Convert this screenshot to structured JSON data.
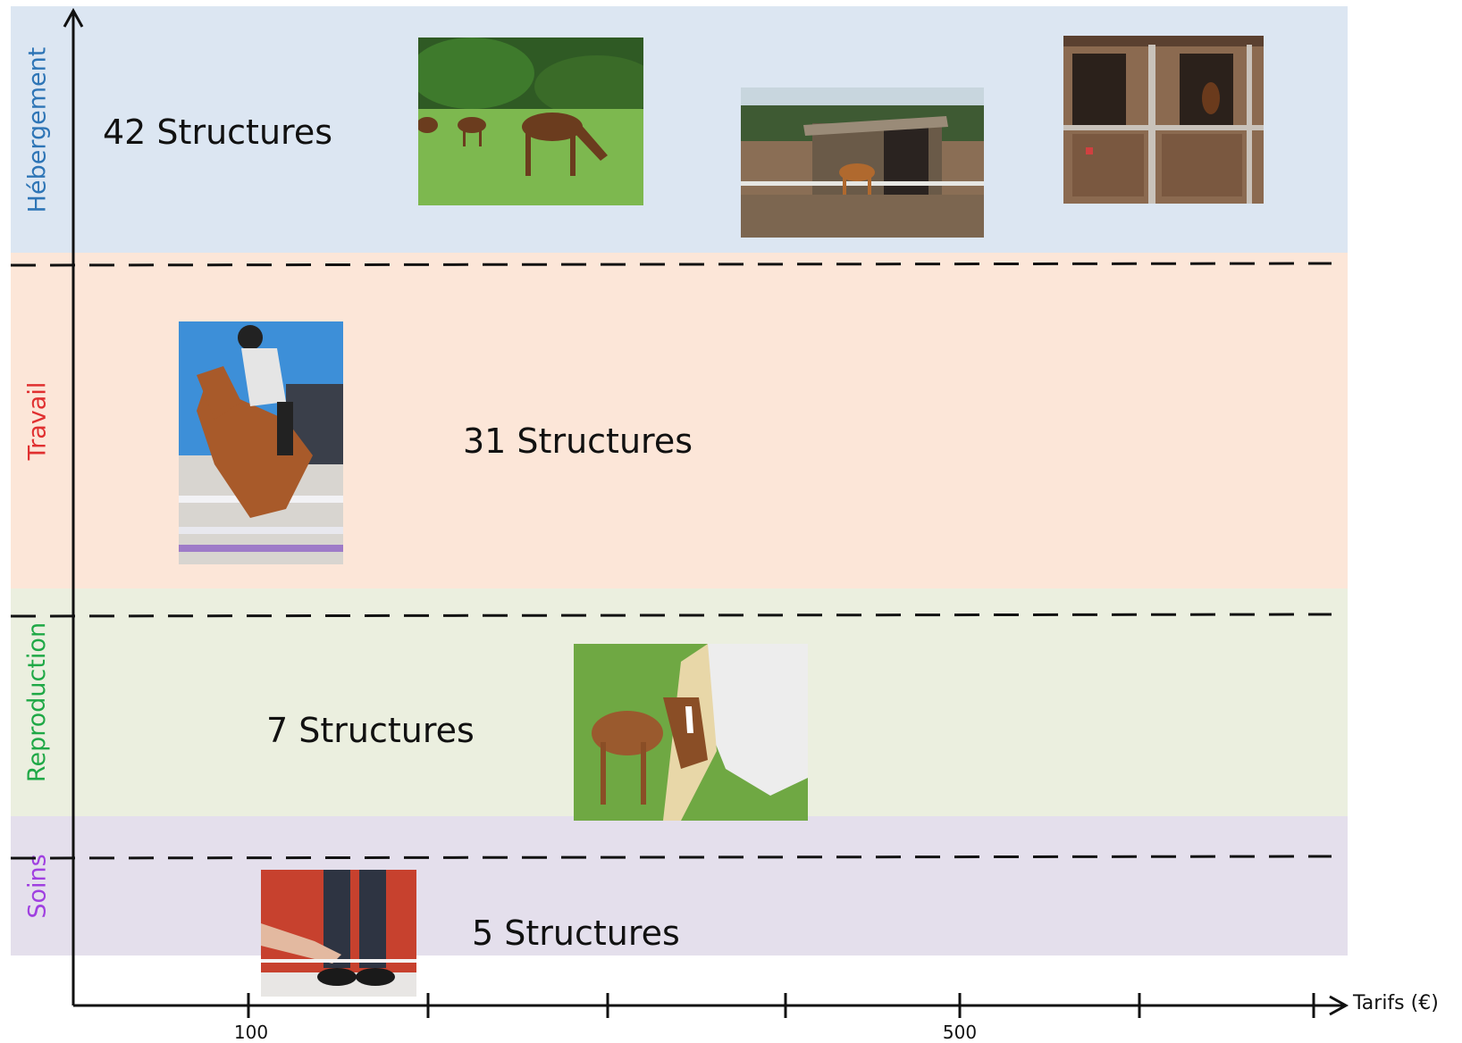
{
  "axis": {
    "x_title": "Tarifs (€)",
    "tick_labels": [
      "100",
      "500"
    ]
  },
  "categories": [
    {
      "name": "Hébergement",
      "count_text": "42 Structures",
      "label_color": "#2E75B6",
      "band_color": "#DCE6F2"
    },
    {
      "name": "Travail",
      "count_text": "31 Structures",
      "label_color": "#E03030",
      "band_color": "#FCE6D8"
    },
    {
      "name": "Reproduction",
      "count_text": "7 Structures",
      "label_color": "#1FA846",
      "band_color": "#EBEFDF"
    },
    {
      "name": "Soins",
      "count_text": "5 Structures",
      "label_color": "#A040E0",
      "band_color": "#E4DFEC"
    }
  ],
  "photos": {
    "pasture": "horses-grazing-photo",
    "paddock_shelter": "paddock-shelter-photo",
    "stable_boxes": "stable-boxes-photo",
    "show_jumping": "show-jumping-photo",
    "mare_foal": "mare-and-foal-photo",
    "leg_care": "horse-leg-care-photo"
  }
}
